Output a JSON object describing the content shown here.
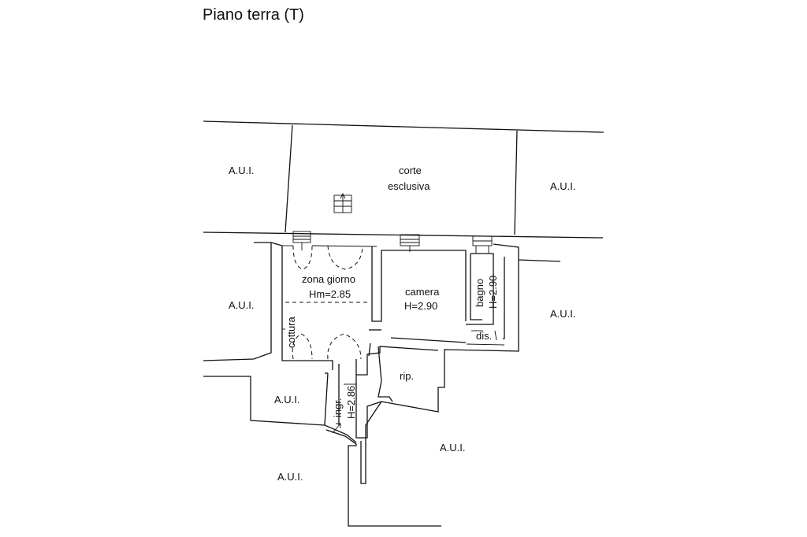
{
  "title": "Piano terra (T)",
  "rooms": {
    "corte": {
      "line1": "corte",
      "line2": "esclusiva"
    },
    "zona_giorno": {
      "line1": "zona giorno",
      "line2": "Hm=2.85"
    },
    "camera": {
      "line1": "camera",
      "line2": "H=2.90"
    },
    "bagno": {
      "line1": "bagno",
      "line2": "H=2.90"
    },
    "cottura": "cottura",
    "dis": "dis.",
    "rip": "rip.",
    "ingresso": {
      "line1": "ingr.",
      "line2": "H=2.86"
    }
  },
  "neighbors": {
    "top_left": "A.U.I.",
    "top_right": "A.U.I.",
    "mid_left": "A.U.I.",
    "mid_right": "A.U.I.",
    "lower_left_small": "A.U.I.",
    "bottom_left": "A.U.I.",
    "bottom_right": "A.U.I."
  }
}
